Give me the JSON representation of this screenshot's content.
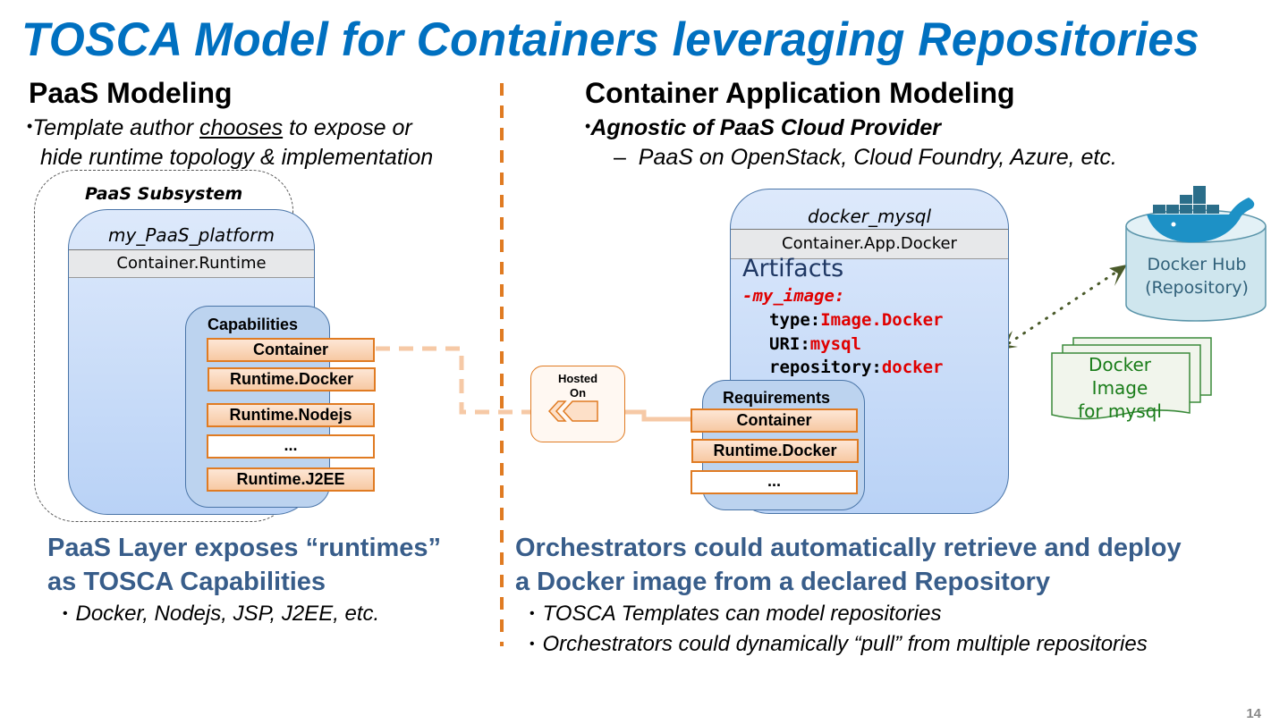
{
  "slide": {
    "title": "TOSCA Model for Containers leveraging Repositories",
    "page_number": "14"
  },
  "left": {
    "heading": "PaaS Modeling",
    "bullet_pre": "Template author ",
    "bullet_underlined": "chooses",
    "bullet_post": " to expose or",
    "bullet_line2": "hide runtime topology & implementation",
    "subsystem_label": "PaaS Subsystem",
    "node_name": "my_PaaS_platform",
    "node_type": "Container.Runtime",
    "capabilities_title": "Capabilities",
    "capabilities": [
      "Container",
      "Runtime.Docker",
      "Runtime.Nodejs",
      "...",
      "Runtime.J2EE"
    ],
    "summary_line1": "PaaS Layer exposes “runtimes”",
    "summary_line2": "as TOSCA Capabilities",
    "summary_bullet": "Docker, Nodejs, JSP, J2EE, etc."
  },
  "relationship": {
    "label_line1": "Hosted",
    "label_line2": "On"
  },
  "right": {
    "heading": "Container Application Modeling",
    "bullet": "Agnostic of PaaS Cloud Provider",
    "sub_bullet": "PaaS on OpenStack, Cloud Foundry, Azure, etc.",
    "node_name": "docker_mysql",
    "node_type": "Container.App.Docker",
    "artifacts_title": "Artifacts",
    "artifact_name": "-my_image:",
    "artifact_props": [
      {
        "key": "type:",
        "value": "Image.Docker"
      },
      {
        "key": "URI:",
        "value": "mysql"
      },
      {
        "key": "repository:",
        "value": "docker"
      }
    ],
    "requirements_title": "Requirements",
    "requirements": [
      "Container",
      "Runtime.Docker",
      "..."
    ],
    "repository_line1": "Docker Hub",
    "repository_line2": "(Repository)",
    "image_line1": "Docker",
    "image_line2": "Image",
    "image_line3": "for mysql",
    "summary_line1": "Orchestrators could automatically retrieve  and deploy",
    "summary_line2": "a Docker image from a declared Repository",
    "summary_bullets": [
      "TOSCA Templates can model repositories",
      "Orchestrators could dynamically “pull” from multiple repositories"
    ]
  },
  "colors": {
    "title_blue": "#0070c0",
    "summary_blue": "#385d8a",
    "accent_orange": "#e07b22",
    "code_red": "#e00000",
    "image_green": "#1a7d1a"
  }
}
